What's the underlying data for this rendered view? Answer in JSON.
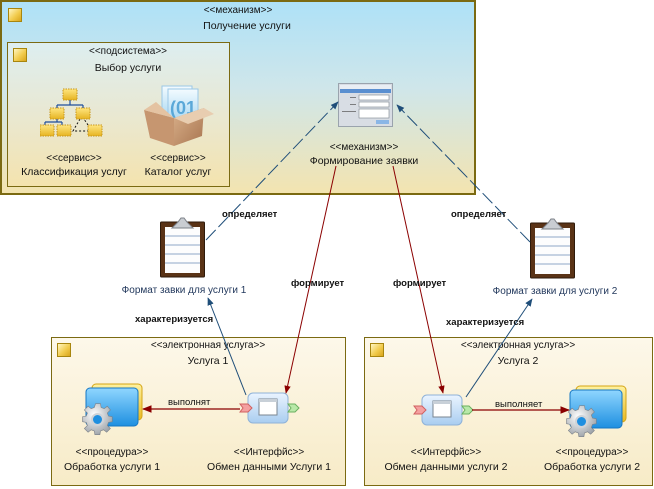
{
  "mechanism_main": {
    "stereotype": "<<механизм>>",
    "name": "Получение услуги",
    "subsystem": {
      "stereotype": "<<подсистема>>",
      "name": "Выбор услуги",
      "services": [
        {
          "stereotype": "<<сервис>>",
          "name": "Классификация услуг",
          "icon": "hierarchy-icon"
        },
        {
          "stereotype": "<<сервис>>",
          "name": "Каталог услуг",
          "icon": "catalog-box-icon"
        }
      ]
    },
    "form_mechanism": {
      "stereotype": "<<механизм>>",
      "name": "Формирование заявки",
      "icon": "form-window-icon"
    }
  },
  "formats": [
    {
      "name": "Формат завки для услуги 1",
      "icon": "clipboard-icon"
    },
    {
      "name": "Формат завки для услуги 2",
      "icon": "clipboard-icon"
    }
  ],
  "services": [
    {
      "stereotype": "<<электронная услуга>>",
      "name": "Услуга 1",
      "procedure": {
        "stereotype": "<<процедура>>",
        "name": "Обработка услуги 1"
      },
      "interface": {
        "stereotype": "<<Интерфйс>>",
        "name": "Обмен данными Услуги 1"
      },
      "link_label": "выполнят"
    },
    {
      "stereotype": "<<электронная услуга>>",
      "name": "Услуга 2",
      "procedure": {
        "stereotype": "<<процедура>>",
        "name": "Обработка услуги 2"
      },
      "interface": {
        "stereotype": "<<Интерфйс>>",
        "name": "Обмен данными услуги 2"
      },
      "link_label": "выполняет"
    }
  ],
  "edge_labels": {
    "defines_1": "определяет",
    "defines_2": "определяет",
    "forms_1": "формирует",
    "forms_2": "формирует",
    "characterizes_1": "характеризуется",
    "characterizes_2": "характеризуется"
  },
  "colors": {
    "dependency_line": "#1f4e79",
    "flow_line": "#8b0000",
    "box_border": "#7b6a12"
  }
}
